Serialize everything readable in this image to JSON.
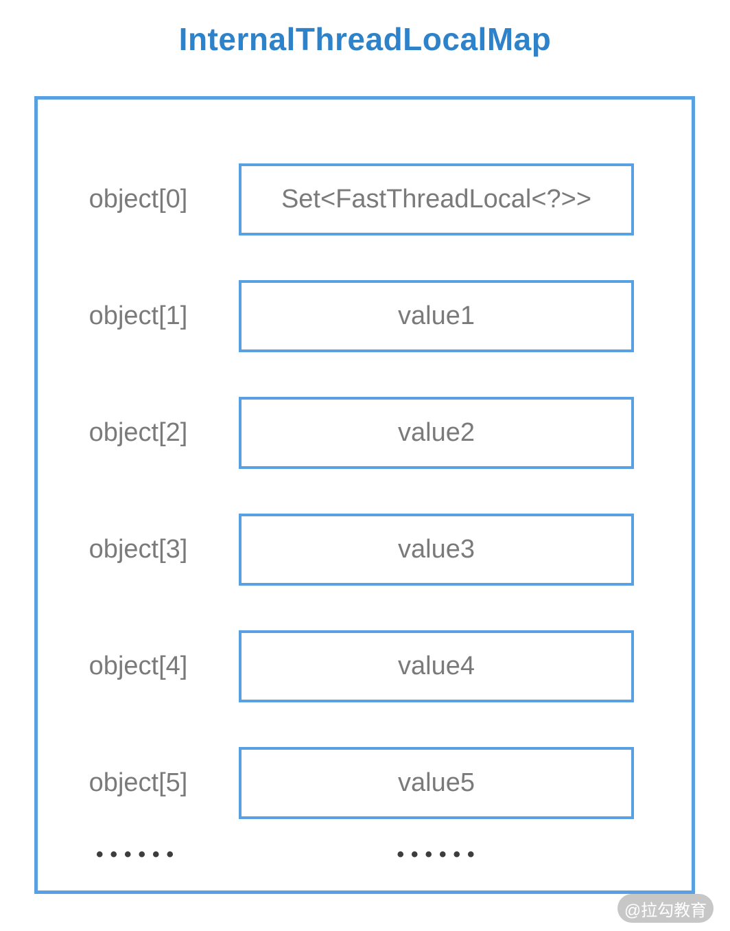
{
  "title": "InternalThreadLocalMap",
  "colors": {
    "border_blue": "#59a0e2",
    "title_blue": "#2e82c9",
    "text_gray": "#7a7a7a",
    "dots_gray": "#3d3d3d",
    "watermark_bg": "#bbbbbb",
    "watermark_text": "#ffffff"
  },
  "map": {
    "rows": [
      {
        "label": "object[0]",
        "value": "Set<FastThreadLocal<?>>"
      },
      {
        "label": "object[1]",
        "value": "value1"
      },
      {
        "label": "object[2]",
        "value": "value2"
      },
      {
        "label": "object[3]",
        "value": "value3"
      },
      {
        "label": "object[4]",
        "value": "value4"
      },
      {
        "label": "object[5]",
        "value": "value5"
      }
    ],
    "ellipsis_left": "••••••",
    "ellipsis_right": "••••••"
  },
  "watermark": "@拉勾教育"
}
